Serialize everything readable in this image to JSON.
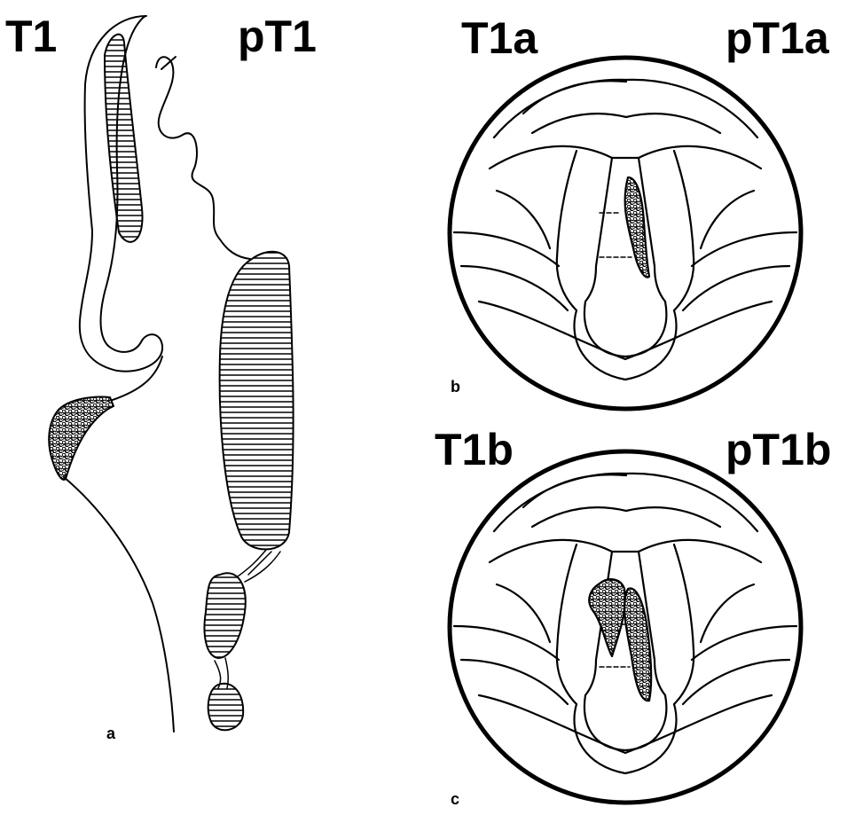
{
  "panels": {
    "a": {
      "letter": "a",
      "left_label": "T1",
      "right_label": "pT1"
    },
    "b": {
      "letter": "b",
      "left_label": "T1a",
      "right_label": "pT1a"
    },
    "c": {
      "letter": "c",
      "left_label": "T1b",
      "right_label": "pT1b"
    }
  },
  "colors": {
    "ink": "#000000",
    "background": "#ffffff"
  }
}
